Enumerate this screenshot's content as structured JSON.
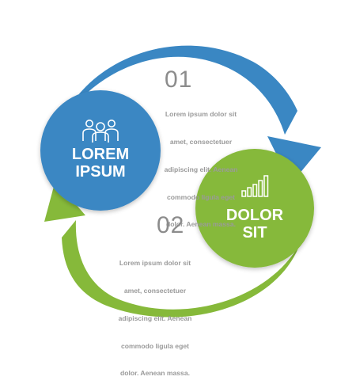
{
  "steps": [
    {
      "number": "01",
      "title_line1": "LOREM",
      "title_line2": "IPSUM",
      "text_lines": [
        "Lorem ipsum dolor sit",
        "amet, consectetuer",
        "adipiscing elit. Aenean",
        "commodo ligula eget",
        "dolor. Aenean massa."
      ],
      "icon": "people-group-icon",
      "color": "#3a87c3"
    },
    {
      "number": "02",
      "title_line1": "DOLOR",
      "title_line2": "SIT",
      "text_lines": [
        "Lorem ipsum dolor sit",
        "amet, consectetuer",
        "adipiscing elit. Aenean",
        "commodo ligula eget",
        "dolor. Aenean massa."
      ],
      "icon": "bar-chart-icon",
      "color": "#86b93a"
    }
  ],
  "arrows": {
    "blue": "#3a87c3",
    "green": "#86b93a"
  }
}
